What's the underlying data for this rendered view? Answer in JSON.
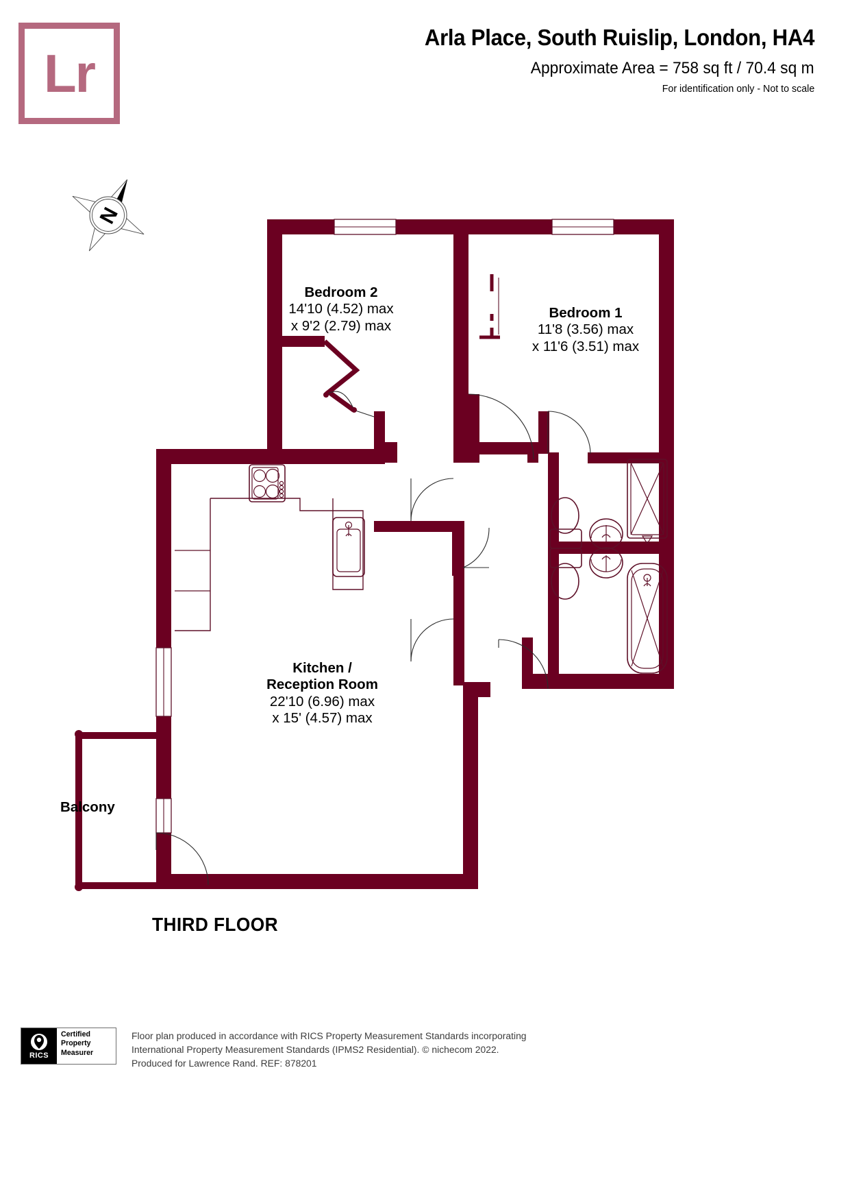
{
  "header": {
    "logo_text": "Lr",
    "title": "Arla Place, South Ruislip, London, HA4",
    "area": "Approximate Area = 758 sq ft / 70.4 sq m",
    "disclaimer": "For identification only - Not to scale"
  },
  "compass": {
    "label": "N"
  },
  "rooms": {
    "bedroom2": {
      "name": "Bedroom 2",
      "dim1": "14'10 (4.52) max",
      "dim2": "x 9'2 (2.79) max"
    },
    "bedroom1": {
      "name": "Bedroom 1",
      "dim1": "11'8 (3.56) max",
      "dim2": "x 11'6 (3.51) max"
    },
    "kitchen": {
      "name1": "Kitchen /",
      "name2": "Reception Room",
      "dim1": "22'10 (6.96) max",
      "dim2": "x 15' (4.57) max"
    },
    "balcony": {
      "name": "Balcony"
    }
  },
  "floor_label": "THIRD FLOOR",
  "footer": {
    "badge_brand": "RICS",
    "badge_line1": "Certified",
    "badge_line2": "Property",
    "badge_line3": "Measurer",
    "text": "Floor plan produced in accordance with RICS Property Measurement Standards incorporating\nInternational Property Measurement Standards (IPMS2 Residential).   © nichecom 2022.\nProduced for Lawrence Rand.   REF: 878201"
  },
  "colors": {
    "wall": "#6b0021",
    "logo": "#b5697f",
    "fixture_outline": "#5e1028",
    "text": "#000000",
    "footer_text": "#3c3c3c"
  }
}
